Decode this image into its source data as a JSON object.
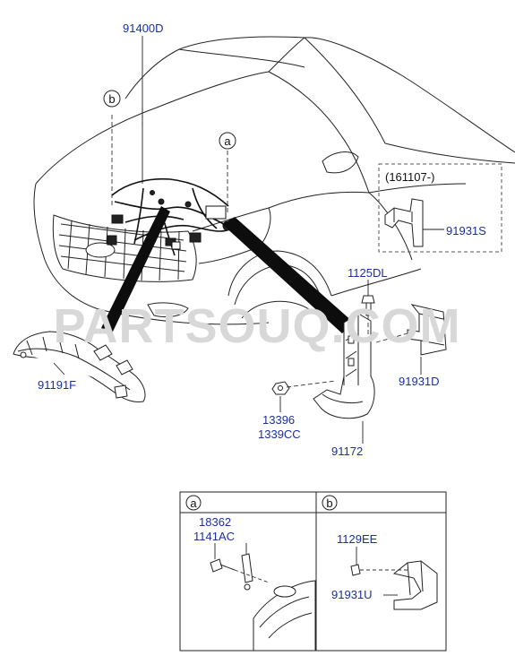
{
  "watermark": "PARTSOUQ.COM",
  "callouts": {
    "a": "a",
    "b": "b"
  },
  "date_range": "(161107-)",
  "parts": {
    "p91400D": "91400D",
    "p91931S": "91931S",
    "p1125DL": "1125DL",
    "p91931D": "91931D",
    "p91191F": "91191F",
    "p13396": "13396",
    "p1339CC": "1339CC",
    "p91172": "91172",
    "p18362": "18362",
    "p1141AC": "1141AC",
    "p1129EE": "1129EE",
    "p91931U": "91931U"
  },
  "colors": {
    "part_label": "#1a2fa0",
    "line": "#222222",
    "watermark": "#d8d8d8"
  }
}
